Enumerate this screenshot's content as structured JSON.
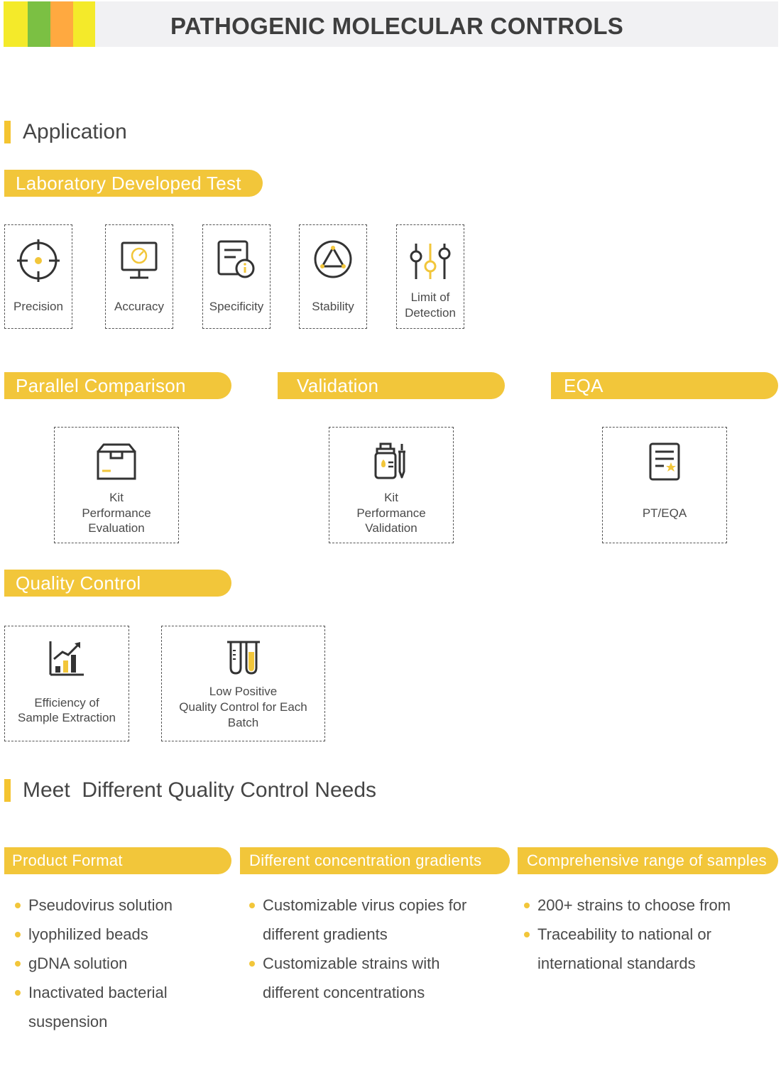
{
  "header": {
    "title": "PATHOGENIC MOLECULAR CONTROLS",
    "stripe_colors": [
      "#f4ea2a",
      "#7bc043",
      "#ffa940",
      "#f4ea2a"
    ]
  },
  "colors": {
    "accent": "#f2c63a",
    "text": "#4a4a4a"
  },
  "application": {
    "title": "Application",
    "ldt": {
      "label": "Laboratory Developed Test",
      "cards": [
        {
          "icon": "crosshair-icon",
          "label": "Precision"
        },
        {
          "icon": "monitor-gauge-icon",
          "label": "Accuracy"
        },
        {
          "icon": "document-info-icon",
          "label": "Specificity"
        },
        {
          "icon": "triangle-circle-icon",
          "label": "Stability"
        },
        {
          "icon": "sliders-icon",
          "label_line1": "Limit of",
          "label_line2": "Detection"
        }
      ]
    },
    "parallel": {
      "label": "Parallel Comparison",
      "card": {
        "icon": "box-icon",
        "line1": "Kit",
        "line2": "Performance",
        "line3": "Evaluation"
      }
    },
    "validation": {
      "label": "Validation",
      "card": {
        "icon": "reagent-bottle-dropper-icon",
        "line1": "Kit",
        "line2": "Performance",
        "line3": "Validation"
      }
    },
    "eqa": {
      "label": "EQA",
      "card": {
        "icon": "certificate-star-icon",
        "label": "PT/EQA"
      }
    },
    "qc": {
      "label": "Quality Control",
      "cards": [
        {
          "icon": "growth-chart-icon",
          "line1": "Efficiency of",
          "line2": "Sample Extraction"
        },
        {
          "icon": "test-tubes-icon",
          "line1": "Low Positive",
          "line2": "Quality Control for Each",
          "line3": "Batch"
        }
      ]
    }
  },
  "needs": {
    "title": "Meet  Different Quality Control Needs",
    "columns": [
      {
        "label": "Product Format",
        "items": [
          "Pseudovirus solution",
          "lyophilized beads",
          "gDNA solution",
          "Inactivated bacterial",
          "suspension"
        ]
      },
      {
        "label": "Different concentration gradients",
        "items": [
          "Customizable virus copies for",
          "different gradients",
          "Customizable strains with",
          "different concentrations"
        ]
      },
      {
        "label": "Comprehensive range of samples",
        "items": [
          "200+ strains to choose from",
          "Traceability to national or",
          "international standards"
        ]
      }
    ]
  }
}
